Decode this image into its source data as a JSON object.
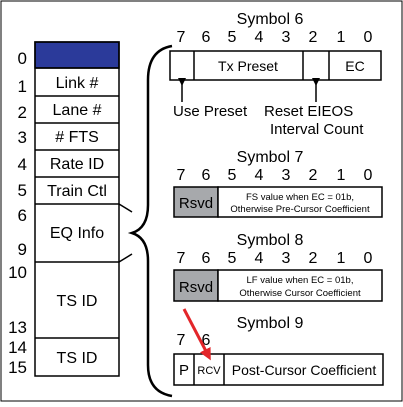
{
  "left_table": {
    "row_numbers": {
      "n0": "0",
      "n1": "1",
      "n2": "2",
      "n3": "3",
      "n4": "4",
      "n5": "5",
      "n6": "6",
      "n9": "9",
      "n10": "10",
      "n13": "13",
      "n14": "14",
      "n15": "15"
    },
    "rows": {
      "r0": "",
      "r1": "Link #",
      "r2": "Lane #",
      "r3": "# FTS",
      "r4": "Rate ID",
      "r5": "Train Ctl",
      "r6": "EQ Info",
      "r7": "TS ID",
      "r8": "TS ID"
    },
    "highlight_color": "#2b3a9a"
  },
  "bit_numbers": [
    "7",
    "6",
    "5",
    "4",
    "3",
    "2",
    "1",
    "0"
  ],
  "symbol6": {
    "title": "Symbol 6",
    "tx_preset": "Tx Preset",
    "ec": "EC",
    "use_preset": "Use Preset",
    "reset_line1": "Reset EIEOS",
    "reset_line2": "Interval Count"
  },
  "symbol7": {
    "title": "Symbol 7",
    "rsvd": "Rsvd",
    "line1": "FS value when EC = 01b,",
    "line2": "Otherwise Pre-Cursor Coefficient"
  },
  "symbol8": {
    "title": "Symbol 8",
    "rsvd": "Rsvd",
    "line1": "LF value when EC = 01b,",
    "line2": "Otherwise Cursor Coefficient"
  },
  "symbol9": {
    "title": "Symbol 9",
    "p": "P",
    "rcv": "RCV",
    "post": "Post-Cursor Coefficient",
    "arrow_color": "#e3262a"
  },
  "colors": {
    "rsvd_fill": "#a7a9ac"
  }
}
